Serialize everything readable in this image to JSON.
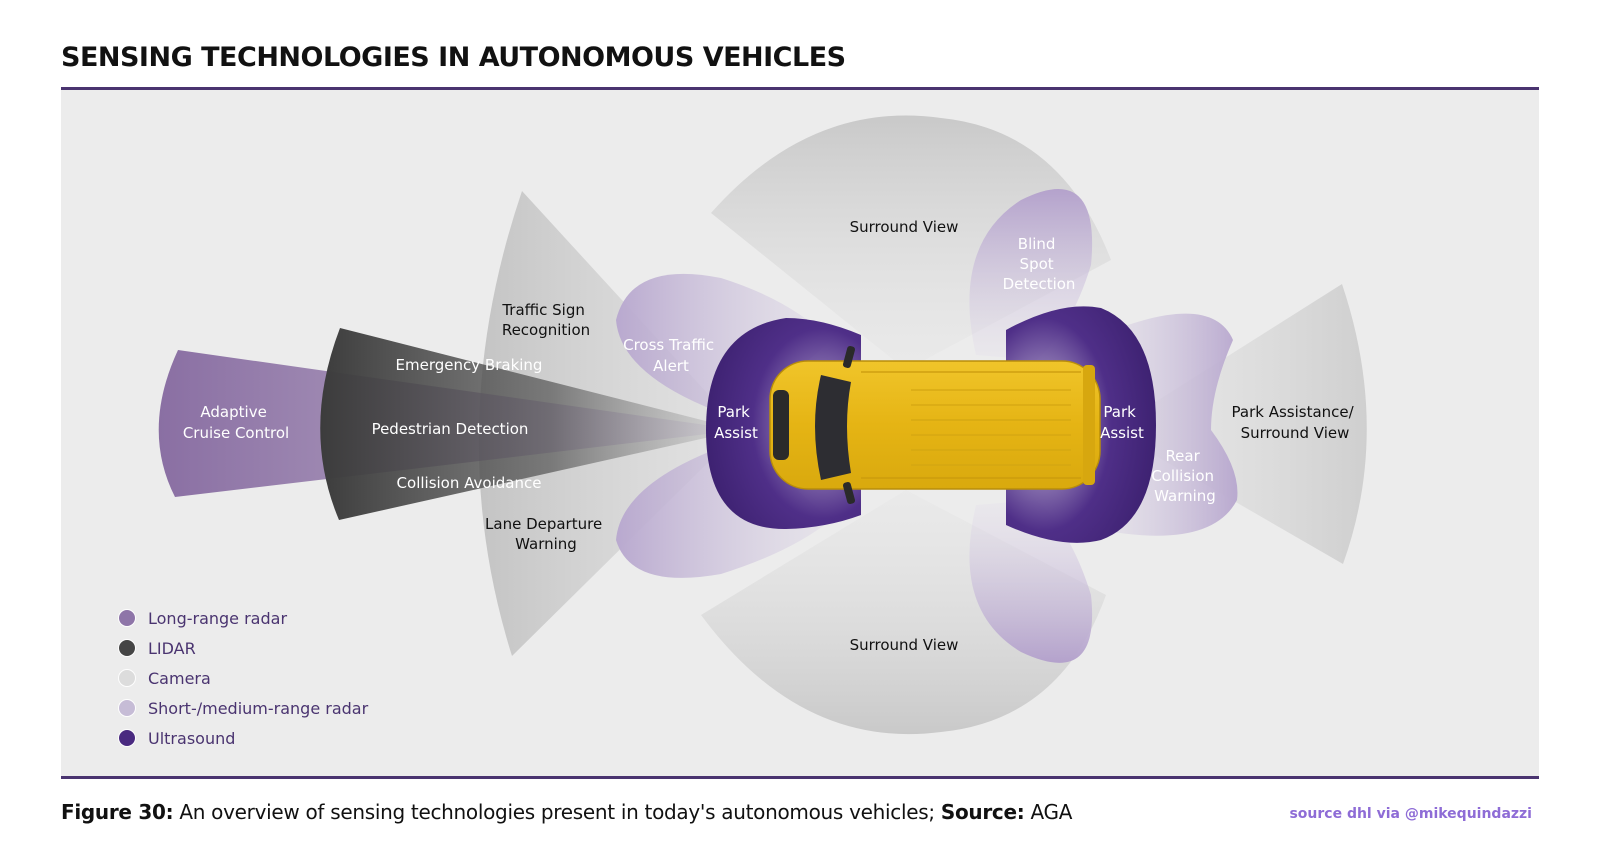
{
  "title": "SENSING TECHNOLOGIES IN AUTONOMOUS VEHICLES",
  "diagram": {
    "labels": {
      "adaptive_cruise": [
        "Adaptive",
        "Cruise Control"
      ],
      "emergency_braking": "Emergency Braking",
      "pedestrian_detection": "Pedestrian Detection",
      "collision_avoidance": "Collision Avoidance",
      "traffic_sign": [
        "Traffic Sign",
        "Recognition"
      ],
      "lane_departure": [
        "Lane Departure",
        "Warning"
      ],
      "cross_traffic": [
        "Cross Traffic",
        "Alert"
      ],
      "park_assist_front": [
        "Park",
        "Assist"
      ],
      "surround_view_top": "Surround View",
      "surround_view_bottom": "Surround View",
      "blind_spot": [
        "Blind",
        "Spot",
        "Detection"
      ],
      "park_assist_rear": [
        "Park",
        "Assist"
      ],
      "rear_collision": [
        "Rear",
        "Collision",
        "Warning"
      ],
      "park_assistance_surround": [
        "Park Assistance/",
        "Surround View"
      ]
    }
  },
  "legend": [
    {
      "label": "Long-range radar",
      "color": "#8e75a8"
    },
    {
      "label": "LIDAR",
      "color": "#454545"
    },
    {
      "label": "Camera",
      "color": "#dcdcdc"
    },
    {
      "label": "Short-/medium-range radar",
      "color": "#c6bcd6"
    },
    {
      "label": "Ultrasound",
      "color": "#4a2a80"
    }
  ],
  "caption": {
    "figure_label": "Figure 30:",
    "text": " An overview of sensing technologies present in today's autonomous vehicles; ",
    "source_label": "Source:",
    "source_value": " AGA"
  },
  "credit": "source dhl via @mikequindazzi",
  "colors": {
    "accent": "#4a3470",
    "vehicle": "#e7b617",
    "background": "#ececec"
  }
}
